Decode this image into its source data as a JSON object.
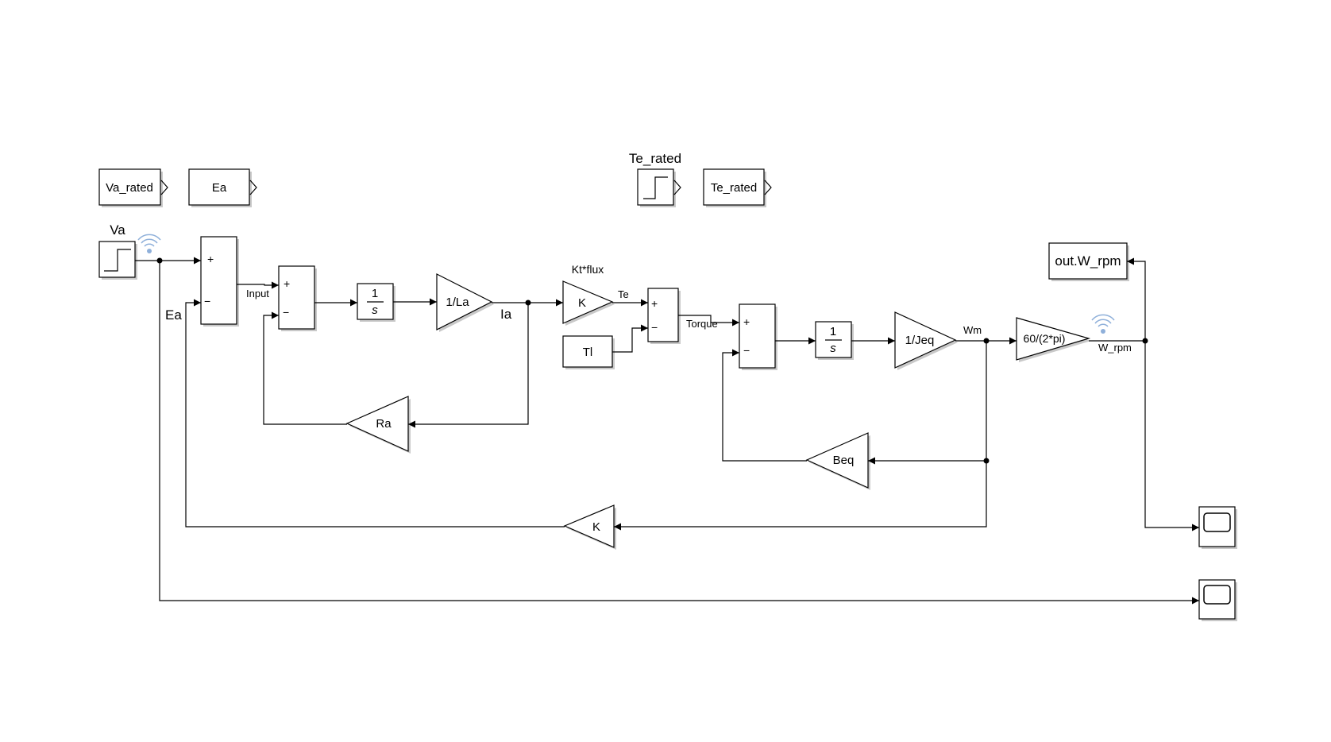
{
  "blocks": {
    "va_rated_goto": "Va_rated",
    "ea_goto": "Ea",
    "te_rated_step_title": "Te_rated",
    "te_rated_goto": "Te_rated",
    "va_step_title": "Va",
    "sum1_plus": "+",
    "sum1_minus": "−",
    "sum2_plus": "+",
    "sum2_minus": "−",
    "sum3_plus": "+",
    "sum3_minus": "−",
    "sum4_plus": "+",
    "sum4_minus": "−",
    "integrator1_num": "1",
    "integrator1_den": "s",
    "integrator2_num": "1",
    "integrator2_den": "s",
    "gain_1_la": "1/La",
    "gain_kt_flux_title": "Kt*flux",
    "gain_kt_flux": "K",
    "tl_constant": "Tl",
    "gain_1_jeq": "1/Jeq",
    "gain_60_2pi": "60/(2*pi)",
    "out_w_rpm": "out.W_rpm",
    "gain_ra": "Ra",
    "gain_beq": "Beq",
    "gain_k_feedback": "K"
  },
  "signals": {
    "ea": "Ea",
    "input": "Input",
    "ia": "Ia",
    "te": "Te",
    "torque": "Torque",
    "wm": "Wm",
    "w_rpm": "W_rpm"
  },
  "colors": {
    "wire": "#000000",
    "block_fill": "#ffffff",
    "block_shadow": "#c9c9c9",
    "logging_icon": "#8fb0da"
  }
}
